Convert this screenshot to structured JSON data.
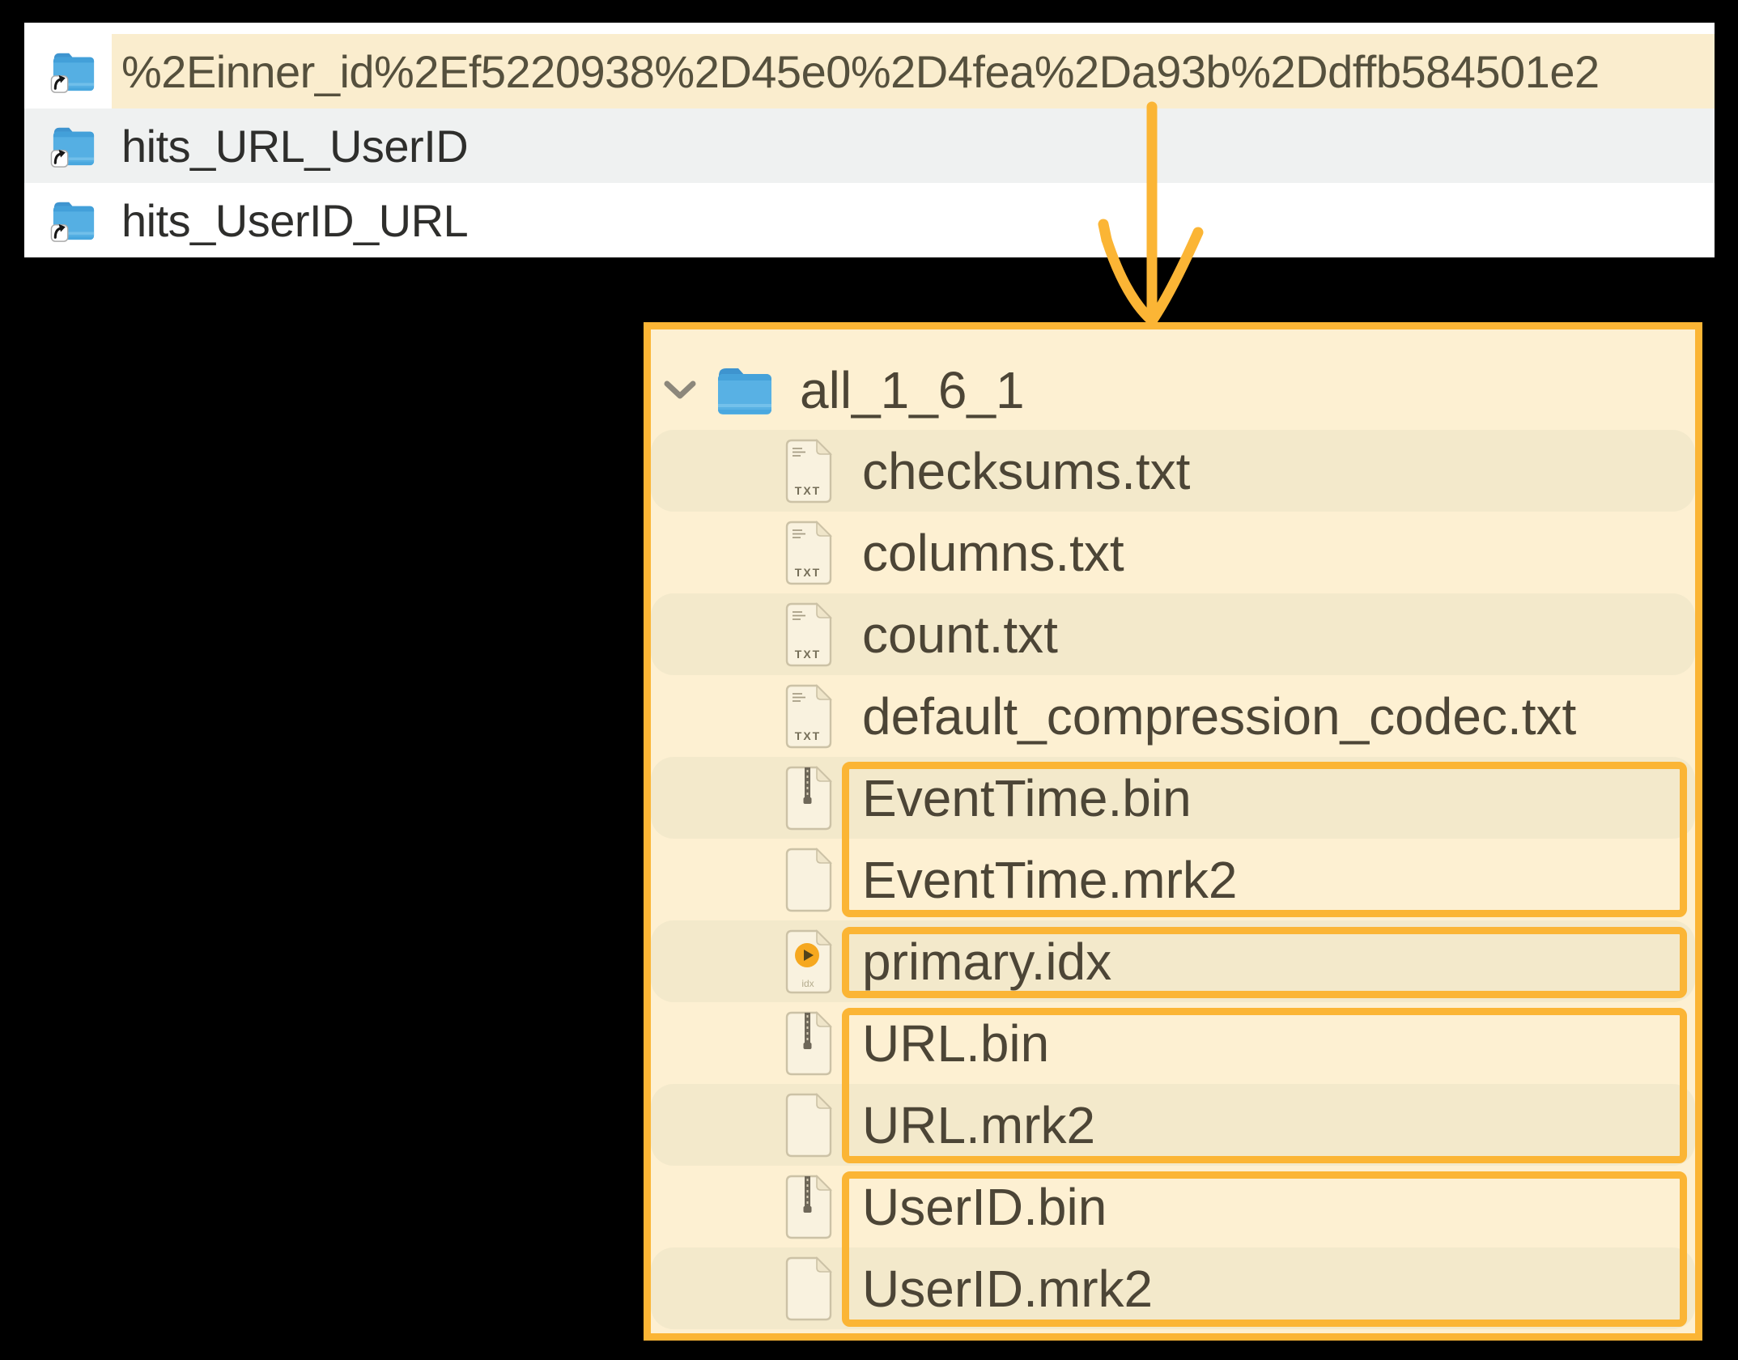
{
  "colors": {
    "annotation_orange": "#FBB535",
    "panel_cream": "#FDF0D2",
    "row_stripe_cream": "#F3E9CB",
    "selected_row_cream": "#FAEDCE",
    "row_stripe_gray": "#EFF1F1",
    "folder_blue": "#55AFE3",
    "list_text": "#2E2E2C",
    "tree_text": "#4C4536"
  },
  "finder_list": {
    "rows": [
      {
        "label": "%2Einner_id%2Ef5220938%2D45e0%2D4fea%2Da93b%2Ddffb584501e2",
        "selected": true,
        "icon": "alias-folder-icon"
      },
      {
        "label": "hits_URL_UserID",
        "selected": false,
        "icon": "alias-folder-icon"
      },
      {
        "label": "hits_UserID_URL",
        "selected": false,
        "icon": "alias-folder-icon"
      }
    ]
  },
  "tree_panel": {
    "root": {
      "label": "all_1_6_1",
      "expanded": true,
      "icon": "folder-icon"
    },
    "items": [
      {
        "label": "checksums.txt",
        "icon": "txt-file-icon",
        "highlight_group": null
      },
      {
        "label": "columns.txt",
        "icon": "txt-file-icon",
        "highlight_group": null
      },
      {
        "label": "count.txt",
        "icon": "txt-file-icon",
        "highlight_group": null
      },
      {
        "label": "default_compression_codec.txt",
        "icon": "txt-file-icon",
        "highlight_group": null
      },
      {
        "label": "EventTime.bin",
        "icon": "bin-file-icon",
        "highlight_group": "EventTime"
      },
      {
        "label": "EventTime.mrk2",
        "icon": "mrk2-file-icon",
        "highlight_group": "EventTime"
      },
      {
        "label": "primary.idx",
        "icon": "idx-file-icon",
        "highlight_group": "primary"
      },
      {
        "label": "URL.bin",
        "icon": "bin-file-icon",
        "highlight_group": "URL"
      },
      {
        "label": "URL.mrk2",
        "icon": "mrk2-file-icon",
        "highlight_group": "URL"
      },
      {
        "label": "UserID.bin",
        "icon": "bin-file-icon",
        "highlight_group": "UserID"
      },
      {
        "label": "UserID.mrk2",
        "icon": "mrk2-file-icon",
        "highlight_group": "UserID"
      }
    ]
  },
  "icon_labels": {
    "txt": "TXT",
    "idx": "idx"
  }
}
